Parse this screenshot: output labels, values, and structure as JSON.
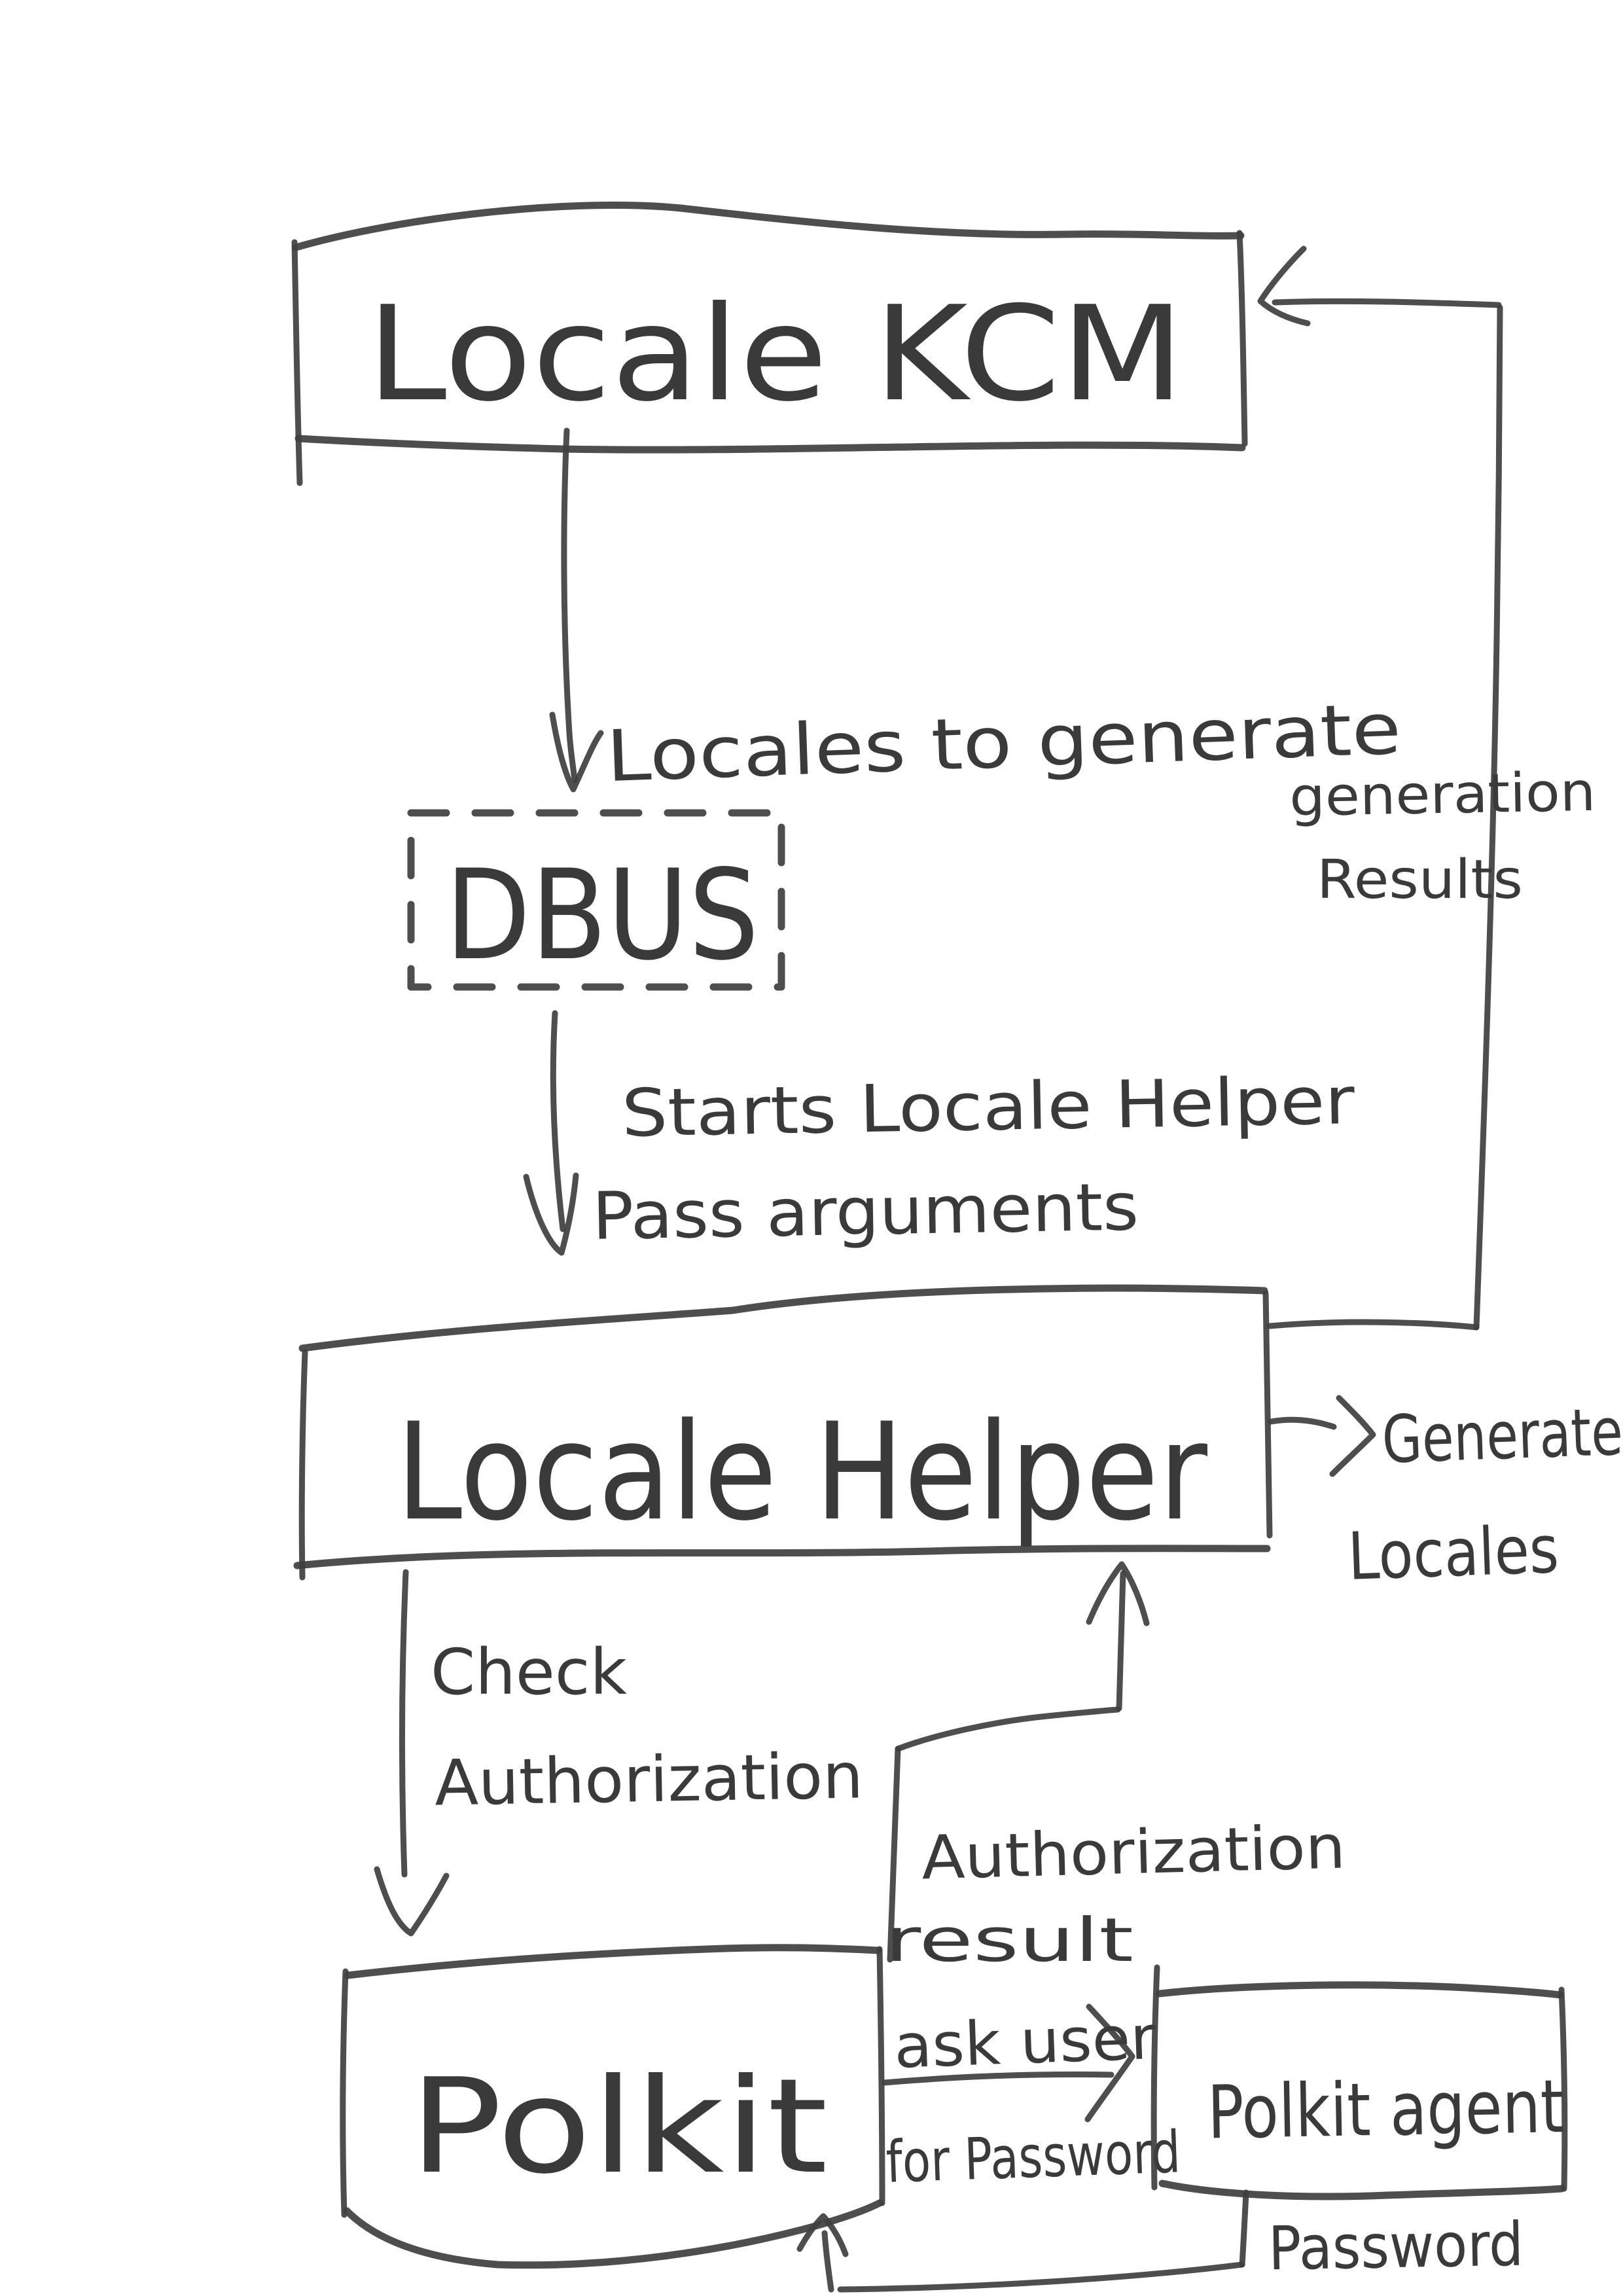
{
  "nodes": {
    "locale_kcm": {
      "label": "Locale KCM"
    },
    "dbus": {
      "label": "DBUS"
    },
    "locale_helper": {
      "label": "Locale Helper"
    },
    "polkit": {
      "label": "Polkit"
    },
    "polkit_agent": {
      "label": "Polkit agent"
    }
  },
  "edges": {
    "locales_to_generate": {
      "label": "Locales to generate"
    },
    "generation_results": {
      "line1": "generation",
      "line2": "Results"
    },
    "starts_locale_helper": {
      "line1": "Starts Locale Helper",
      "line2": "Pass arguments"
    },
    "generate_locales": {
      "line1": "Generate",
      "line2": "Locales"
    },
    "check_authorization": {
      "line1": "Check",
      "line2": "Authorization"
    },
    "authorization_result": {
      "line1": "Authorization",
      "line2": "result"
    },
    "ask_user_for_password": {
      "line1": "ask user",
      "line2": "for Password"
    },
    "password": {
      "label": "Password"
    }
  },
  "colors": {
    "ink": "#3f3f3f",
    "paper": "#ffffff"
  }
}
